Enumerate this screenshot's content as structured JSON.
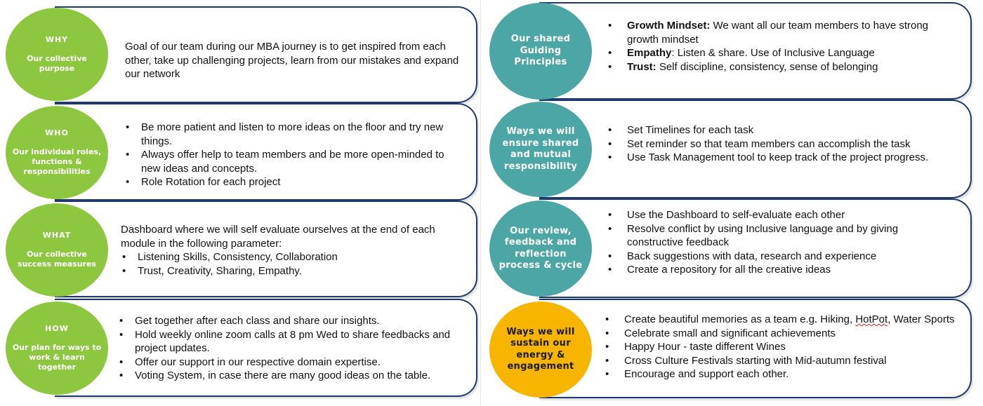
{
  "left": [
    {
      "head": "WHY",
      "sub": "Our collective purpose",
      "paragraph": "Goal of our team during our MBA journey is to get inspired from each other, take up challenging projects, learn from our mistakes and expand our network"
    },
    {
      "head": "WHO",
      "sub": "Our individual roles, functions & responsibilities",
      "items": [
        "Be more patient and listen to more ideas on the floor and try new things.",
        "Always offer help to team members and be more open-minded to new ideas and concepts.",
        "Role Rotation for each project"
      ]
    },
    {
      "head": "WHAT",
      "sub": "Our collective success measures",
      "paragraph": "Dashboard where we will self evaluate ourselves at the end of each module in the following parameter:",
      "items": [
        "Listening Skills, Consistency, Collaboration",
        "Trust, Creativity, Sharing, Empathy."
      ]
    },
    {
      "head": "HOW",
      "sub": "Our plan for ways to work & learn together",
      "items": [
        "Get together after each class and share our insights.",
        "Hold weekly online zoom calls at 8 pm Wed to share feedbacks and project updates.",
        "Offer our support in our respective domain expertise.",
        "Voting System, in case there are many good ideas on the table."
      ]
    }
  ],
  "right": [
    {
      "title": "Our shared Guiding Principles",
      "items": [
        {
          "bold": "Growth Mindset:",
          "text": " We want all our team members to have strong growth mindset"
        },
        {
          "bold": "Empathy",
          "text": ": Listen & share. Use of Inclusive Language"
        },
        {
          "bold": "Trust:",
          "text": " Self discipline, consistency, sense of belonging"
        }
      ]
    },
    {
      "title": "Ways we will ensure shared and mutual responsibility",
      "items": [
        "Set Timelines for each task",
        "Set reminder so that team members can accomplish the task",
        "Use Task Management tool to keep track of the project progress."
      ]
    },
    {
      "title": "Our review, feedback and reflection process & cycle",
      "items": [
        "Use the Dashboard to self-evaluate each other",
        "Resolve conflict by using Inclusive language and by giving constructive feedback",
        "Back suggestions with data, research and experience",
        "Create a repository for all the creative ideas"
      ]
    },
    {
      "title": "Ways we will sustain our energy & engagement",
      "items": [
        {
          "pre": "Create beautiful memories as a team e.g. Hiking, ",
          "mark": "HotPot",
          "post": ", Water Sports"
        },
        "Celebrate small and significant achievements",
        "Happy Hour - taste different Wines",
        "Cross Culture Festivals starting with Mid-autumn festival",
        "Encourage and support each other."
      ]
    }
  ],
  "colors": {
    "green": "#8dc63f",
    "teal": "#4da6a6",
    "yellow": "#f7b500",
    "border": "#1f3b6e"
  }
}
